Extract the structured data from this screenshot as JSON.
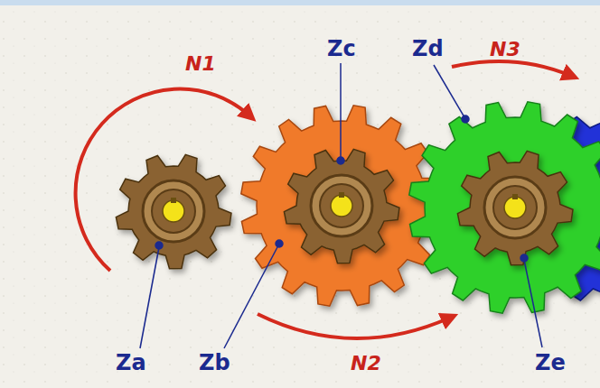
{
  "diagram": {
    "labels": [
      "N1",
      "Zc",
      "Zd",
      "N3",
      "Za",
      "Zb",
      "N2",
      "Ze"
    ]
  }
}
